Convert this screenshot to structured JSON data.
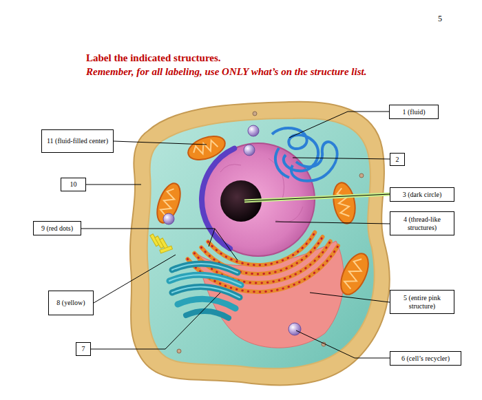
{
  "diagram": {
    "title": "Label the indicated structures.",
    "nodes": [
      {
        "text": [
          "1 (fluid)"
        ]
      },
      {
        "text": [
          "11 (fluid-filled center)"
        ]
      },
      {
        "text": [
          "2"
        ]
      },
      {
        "text": [
          "10"
        ]
      },
      {
        "text": [
          "3 (dark circle)"
        ]
      },
      {
        "text": [
          "4 (thread-like structures)"
        ]
      },
      {
        "text": [
          "9 (red dots)"
        ]
      },
      {
        "text": [
          "8 (yellow)"
        ]
      },
      {
        "text": [
          "5 (entire pink structure)"
        ]
      },
      {
        "text": [
          "7"
        ]
      },
      {
        "text": [
          "6 (cell’s recycler)"
        ]
      }
    ],
    "labels": [
      "5",
      "Remember, for all labeling, use ONLY what’s on the structure list."
    ]
  }
}
